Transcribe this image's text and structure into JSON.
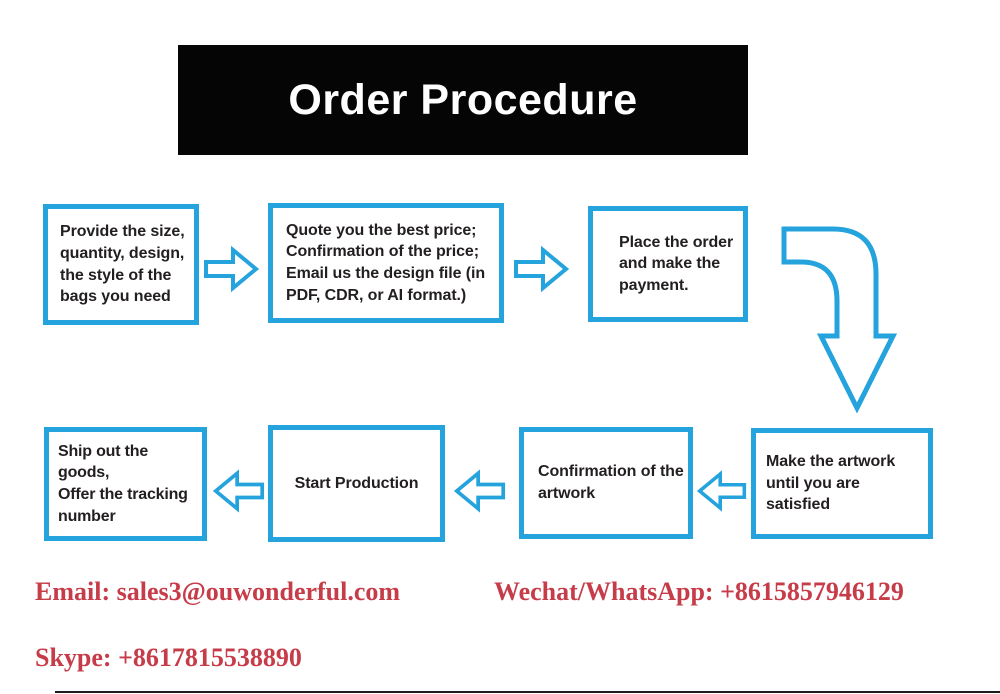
{
  "banner": {
    "title": "Order Procedure"
  },
  "colors": {
    "accent_blue": "#25a3dd",
    "banner_background": "#050505",
    "banner_text": "#ffffff",
    "contact_red": "#c63c49",
    "box_text": "#231f20"
  },
  "flow": {
    "steps": [
      {
        "id": 1,
        "text": "Provide the size,\nquantity, design,\nthe style of the\nbags you need"
      },
      {
        "id": 2,
        "text": "Quote you the best price;\nConfirmation of the price;\nEmail us the design file (in\nPDF, CDR, or AI format.)"
      },
      {
        "id": 3,
        "text": "Place the order\nand make the\npayment."
      },
      {
        "id": 4,
        "text": "Make the artwork\nuntil you are satisfied"
      },
      {
        "id": 5,
        "text": "Confirmation of the\nartwork"
      },
      {
        "id": 6,
        "text": "Start Production"
      },
      {
        "id": 7,
        "text": "Ship out the goods,\nOffer the tracking\nnumber"
      }
    ],
    "arrow_icons": [
      "arrow-right-icon",
      "arrow-right-icon",
      "arrow-elbow-down-icon",
      "arrow-left-icon",
      "arrow-left-icon",
      "arrow-left-icon"
    ]
  },
  "contact": {
    "email": "Email: sales3@ouwonderful.com",
    "wechat_whatsapp": "Wechat/WhatsApp: +8615857946129",
    "skype": "Skype: +8617815538890"
  }
}
